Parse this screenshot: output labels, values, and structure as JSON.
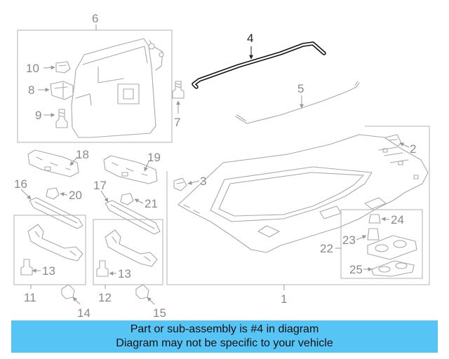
{
  "diagram": {
    "callouts": {
      "p1": "1",
      "p2": "2",
      "p3": "3",
      "p4": "4",
      "p5": "5",
      "p6": "6",
      "p7": "7",
      "p8": "8",
      "p9": "9",
      "p10": "10",
      "p11": "11",
      "p12": "12",
      "p13a": "13",
      "p13b": "13",
      "p14": "14",
      "p15": "15",
      "p16": "16",
      "p17": "17",
      "p18": "18",
      "p19": "19",
      "p20": "20",
      "p21": "21",
      "p22": "22",
      "p23": "23",
      "p24": "24",
      "p25": "25"
    },
    "highlighted_part": "4",
    "highlight_color": "#111111",
    "part_line_color": "#a9a9a9"
  },
  "banner": {
    "line1": "Part or sub-assembly is #4 in diagram",
    "line2": "Diagram may not be specific to your vehicle",
    "background": "#56c4f5"
  }
}
